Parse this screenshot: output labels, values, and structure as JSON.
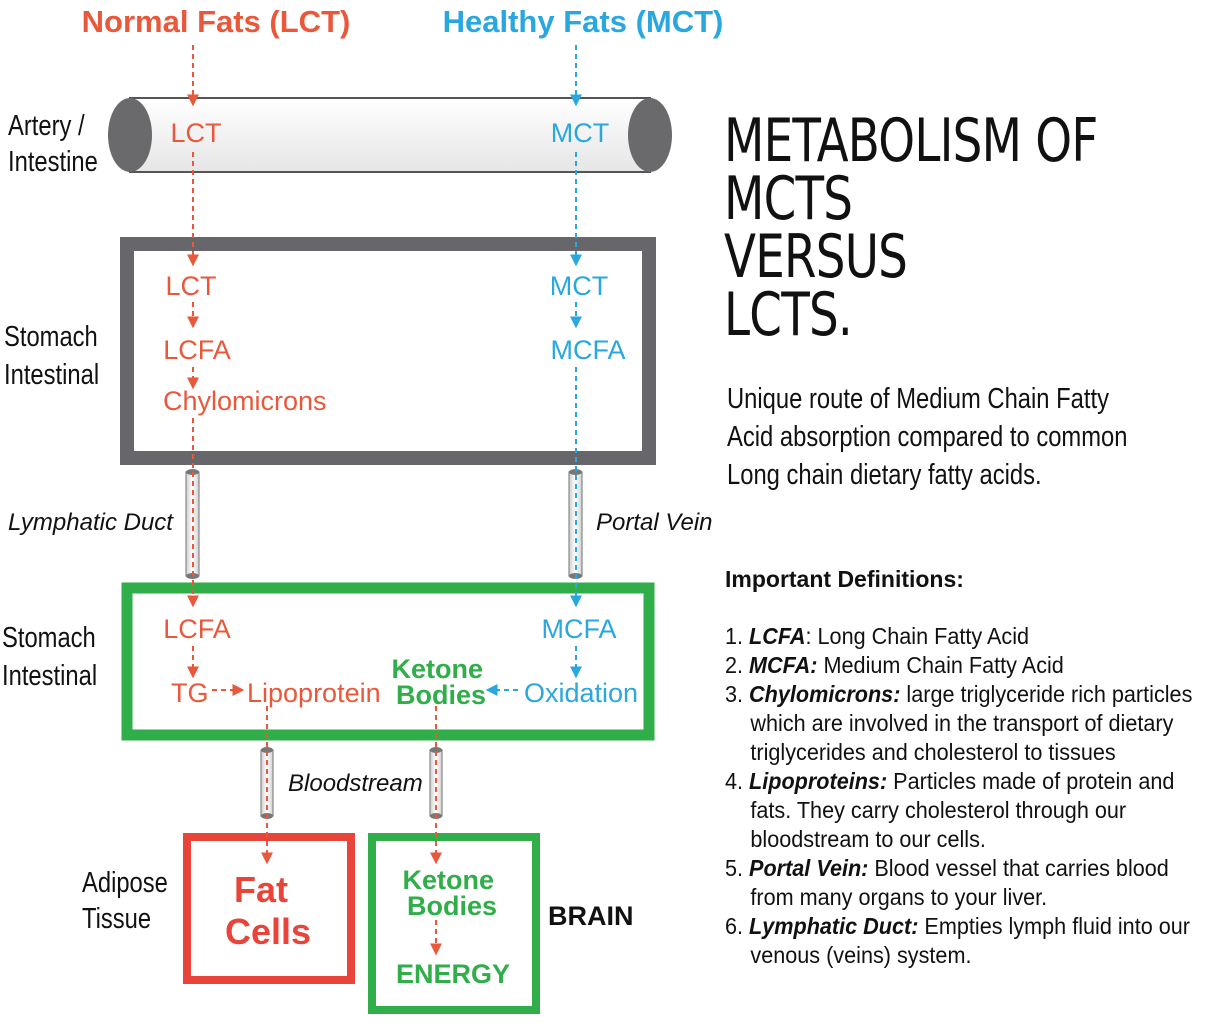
{
  "header": {
    "lct_source": "Normal Fats (LCT)",
    "mct_source": "Healthy Fats (MCT)"
  },
  "side_labels": {
    "artery_1": "Artery /",
    "artery_2": "Intestine",
    "stomach1_1": "Stomach",
    "stomach1_2": "Intestinal",
    "stomach2_1": "Stomach",
    "stomach2_2": "Intestinal",
    "adipose_1": "Adipose",
    "adipose_2": "Tissue",
    "brain": "BRAIN"
  },
  "artery": {
    "lct": "LCT",
    "mct": "MCT"
  },
  "stomach_box": {
    "lct": "LCT",
    "lcfa": "LCFA",
    "chylomicrons": "Chylomicrons",
    "mct": "MCT",
    "mcfa": "MCFA"
  },
  "vessels": {
    "lymphatic": "Lymphatic Duct",
    "portal": "Portal Vein",
    "bloodstream": "Bloodstream"
  },
  "intestinal_box": {
    "lcfa": "LCFA",
    "tg": "TG",
    "lipoprotein": "Lipoprotein",
    "mcfa": "MCFA",
    "ketone_1": "Ketone",
    "ketone_2": "Bodies",
    "oxidation": "Oxidation"
  },
  "fat_box": {
    "line1": "Fat",
    "line2": "Cells"
  },
  "brain_box": {
    "ketone_1": "Ketone",
    "ketone_2": "Bodies",
    "energy": "ENERGY"
  },
  "title": {
    "line1": "METABOLISM OF",
    "line2": "MCTS",
    "line3": "VERSUS",
    "line4": "LCTS."
  },
  "subtitle": {
    "line1": "Unique route of Medium Chain Fatty",
    "line2": "Acid absorption compared to common",
    "line3": "Long chain dietary fatty acids."
  },
  "definitions": {
    "heading": "Important Definitions:",
    "items": [
      {
        "num": "1.",
        "term": "LCFA",
        "sep": ":",
        "text": " Long Chain Fatty Acid"
      },
      {
        "num": "2.",
        "term": "MCFA:",
        "sep": "",
        "text": " Medium Chain Fatty Acid"
      },
      {
        "num": "3.",
        "term": "Chylomicrons:",
        "sep": "",
        "text": " large triglyceride rich particles which are involved in the transport of dietary triglycerides and cholesterol to tissues"
      },
      {
        "num": "4.",
        "term": "Lipoproteins:",
        "sep": "",
        "text": " Particles made of protein and fats. They carry cholesterol through our bloodstream to our cells."
      },
      {
        "num": "5.",
        "term": "Portal Vein:",
        "sep": "",
        "text": " Blood vessel that carries blood from many organs to your liver."
      },
      {
        "num": "6.",
        "term": "Lymphatic Duct:",
        "sep": "",
        "text": " Empties lymph fluid into our venous (veins) system."
      }
    ]
  },
  "colors": {
    "lct": "#e9583a",
    "mct": "#2aa7de",
    "green": "#2fae4a",
    "red_box": "#e8443a",
    "gray_box": "#67676b"
  }
}
